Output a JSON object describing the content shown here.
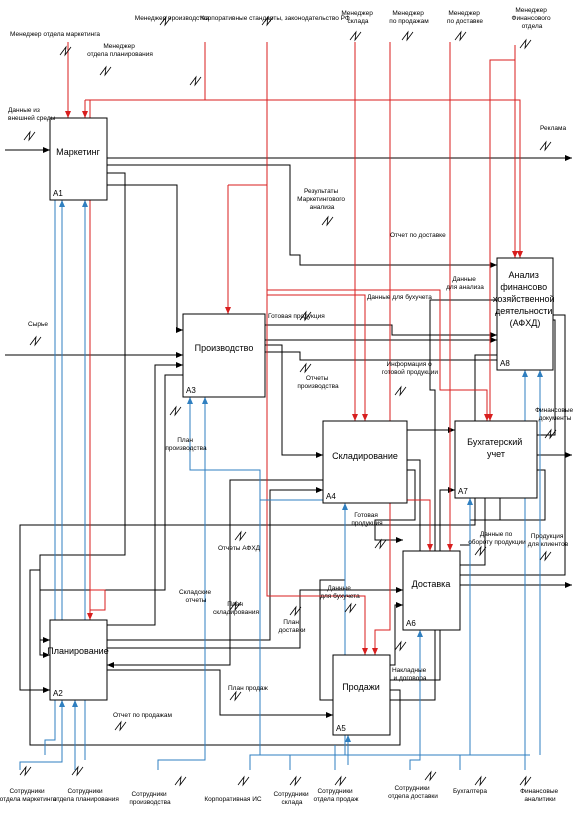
{
  "colors": {
    "control": "#d81e1e",
    "mechanism": "#2f7fc0",
    "flow": "#000000"
  },
  "blocks": [
    {
      "id": "A1",
      "label": "Маркетинг"
    },
    {
      "id": "A2",
      "label": "Планирование"
    },
    {
      "id": "A3",
      "label": "Производство"
    },
    {
      "id": "A4",
      "label": "Складирование"
    },
    {
      "id": "A5",
      "label": "Продажи"
    },
    {
      "id": "A6",
      "label": "Доставка"
    },
    {
      "id": "A7",
      "label": "Бухгатерский учет"
    },
    {
      "id": "A8",
      "label": "Анализ финансово хозяйственной деятельности (АФХД)"
    }
  ],
  "controls": [
    "Менеджер отдела маркетинга",
    "Менеджер отдела планирования",
    "Менеджер производства",
    "Корпоративные стандарты, законодательство РФ",
    "Менеджер склада",
    "Менеджер по продажам",
    "Менеджер по доставке",
    "Менеджер Финансового отдела"
  ],
  "inputs": [
    "Данные из внешней среды",
    "Сырье"
  ],
  "outputs": [
    "Реклама",
    "Финансовые документы",
    "Продукция для клиентов"
  ],
  "mechanisms": [
    "Сотрудники отдела маркетинга",
    "Сотрудники отдела планирования",
    "Сотрудники производства",
    "Корпоративная ИС",
    "Сотрудники склада",
    "Сотрудники отдела продаж",
    "Сотрудники отдела доставки",
    "Бухгалтера",
    "Финансовые аналитики"
  ],
  "flows": [
    "Результаты Маркетингового анализа",
    "Отчет по доставке",
    "Данные для анализа",
    "Данные для бухучета",
    "Готовая продукция",
    "Информация о готовой продукции",
    "Отчеты производства",
    "План производства",
    "Готовая продукция",
    "Данные по обороту продукции",
    "Отчеты АФХД",
    "Складские отчеты",
    "План складирования",
    "План доставки",
    "Данные для бухучета",
    "Накладные и договора",
    "План продаж",
    "Отчет по продажам"
  ]
}
